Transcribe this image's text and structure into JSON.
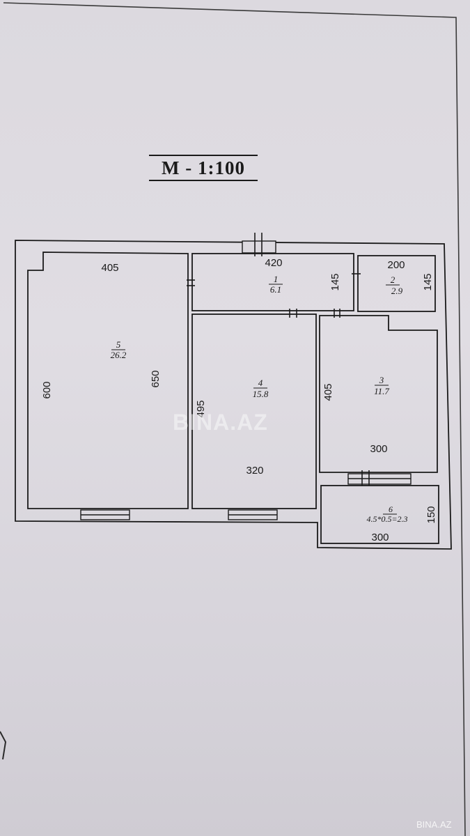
{
  "title": "M - 1:100",
  "watermark": "BINA.AZ",
  "watermark_small": "BINA.AZ",
  "rooms": [
    {
      "id": "room-5",
      "number": "5",
      "area": "26.2",
      "dims": [
        "405",
        "600",
        "650"
      ]
    },
    {
      "id": "room-1",
      "number": "1",
      "area": "6.1",
      "dims": [
        "420",
        "145"
      ]
    },
    {
      "id": "room-2",
      "number": "2",
      "area": "2.9",
      "dims": [
        "200",
        "145"
      ]
    },
    {
      "id": "room-4",
      "number": "4",
      "area": "15.8",
      "dims": [
        "495",
        "320"
      ]
    },
    {
      "id": "room-3",
      "number": "3",
      "area": "11.7",
      "dims": [
        "405",
        "300"
      ]
    },
    {
      "id": "room-6",
      "number": "6",
      "area": "4.5*0.5=2.3",
      "dims": [
        "300",
        "150"
      ]
    }
  ],
  "colors": {
    "ink": "#1a1a1a",
    "paper": "#dcd9df"
  }
}
